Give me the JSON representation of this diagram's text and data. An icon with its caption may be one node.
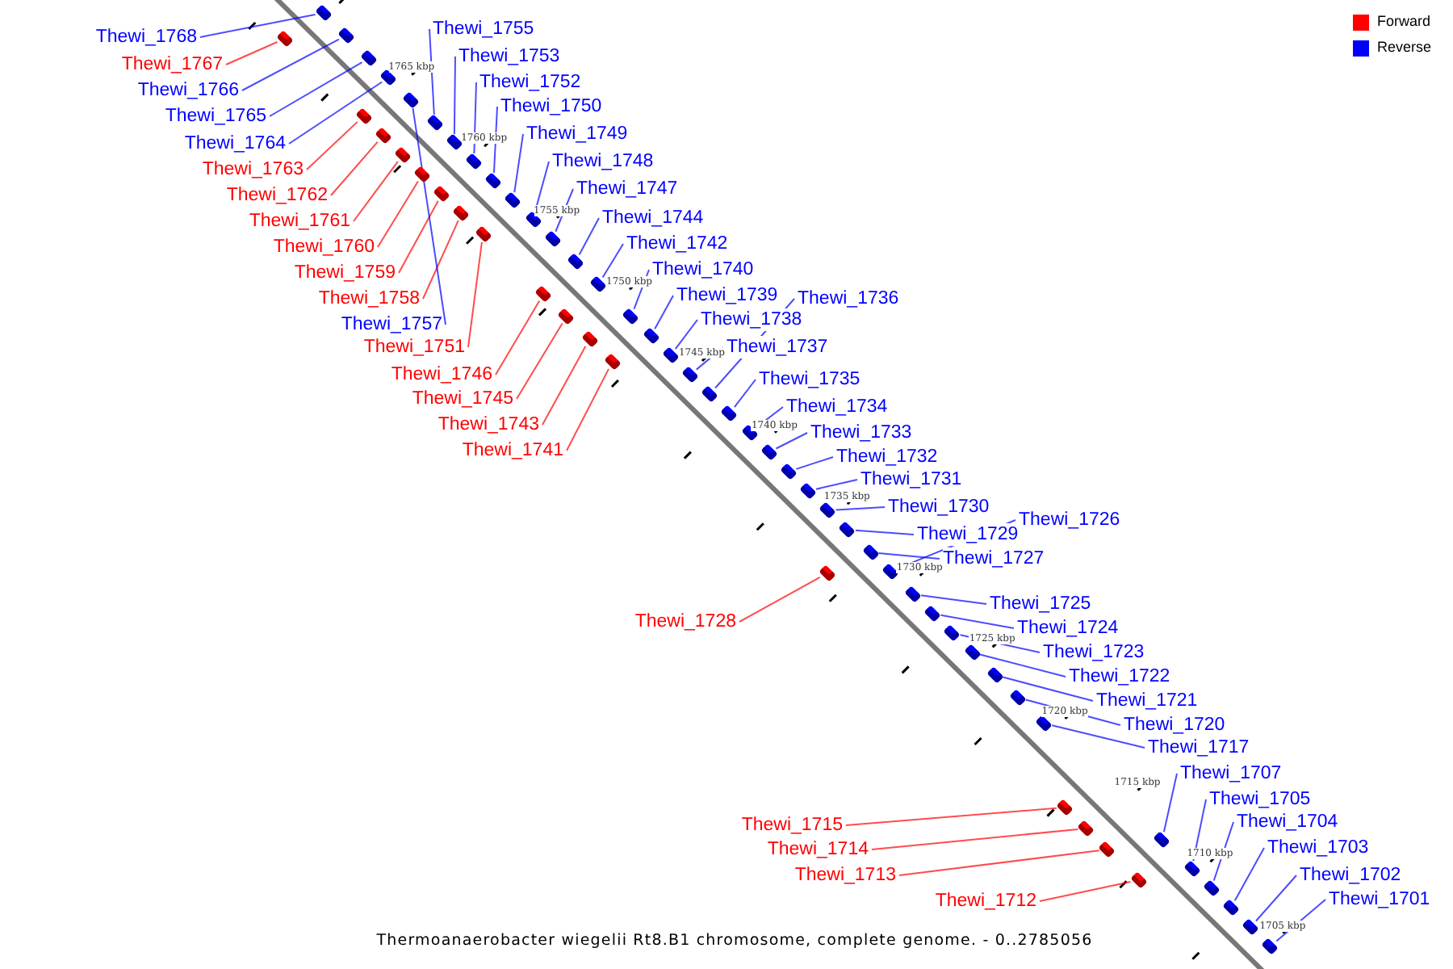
{
  "diagram": {
    "caption": "Thermoanaerobacter wiegelii Rt8.B1 chromosome, complete genome. - 0..2785056",
    "nodes": [
      {
        "text": [
          "Thewi_1768"
        ]
      },
      {
        "text": [
          "Thewi_1767"
        ]
      },
      {
        "text": [
          "Thewi_1766"
        ]
      },
      {
        "text": [
          "Thewi_1765"
        ]
      },
      {
        "text": [
          "Thewi_1764"
        ]
      },
      {
        "text": [
          "Thewi_1763"
        ]
      },
      {
        "text": [
          "Thewi_1762"
        ]
      },
      {
        "text": [
          "Thewi_1761"
        ]
      },
      {
        "text": [
          "Thewi_1760"
        ]
      },
      {
        "text": [
          "Thewi_1759"
        ]
      },
      {
        "text": [
          "Thewi_1758"
        ]
      },
      {
        "text": [
          "Thewi_1757"
        ]
      },
      {
        "text": [
          "Thewi_1751"
        ]
      },
      {
        "text": [
          "Thewi_1746"
        ]
      },
      {
        "text": [
          "Thewi_1745"
        ]
      },
      {
        "text": [
          "Thewi_1743"
        ]
      },
      {
        "text": [
          "Thewi_1741"
        ]
      },
      {
        "text": [
          "Thewi_1728"
        ]
      },
      {
        "text": [
          "Thewi_1715"
        ]
      },
      {
        "text": [
          "Thewi_1714"
        ]
      },
      {
        "text": [
          "Thewi_1713"
        ]
      },
      {
        "text": [
          "Thewi_1712"
        ]
      },
      {
        "text": [
          "Thewi_1755"
        ]
      },
      {
        "text": [
          "Thewi_1753"
        ]
      },
      {
        "text": [
          "Thewi_1752"
        ]
      },
      {
        "text": [
          "Thewi_1750"
        ]
      },
      {
        "text": [
          "Thewi_1749"
        ]
      },
      {
        "text": [
          "Thewi_1748"
        ]
      },
      {
        "text": [
          "Thewi_1747"
        ]
      },
      {
        "text": [
          "Thewi_1744"
        ]
      },
      {
        "text": [
          "Thewi_1742"
        ]
      },
      {
        "text": [
          "Thewi_1740"
        ]
      },
      {
        "text": [
          "Thewi_1739"
        ]
      },
      {
        "text": [
          "Thewi_1738"
        ]
      },
      {
        "text": [
          "Thewi_1736"
        ]
      },
      {
        "text": [
          "Thewi_1737"
        ]
      },
      {
        "text": [
          "Thewi_1735"
        ]
      },
      {
        "text": [
          "Thewi_1734"
        ]
      },
      {
        "text": [
          "Thewi_1733"
        ]
      },
      {
        "text": [
          "Thewi_1732"
        ]
      },
      {
        "text": [
          "Thewi_1731"
        ]
      },
      {
        "text": [
          "Thewi_1730"
        ]
      },
      {
        "text": [
          "Thewi_1729"
        ]
      },
      {
        "text": [
          "Thewi_1726"
        ]
      },
      {
        "text": [
          "Thewi_1727"
        ]
      },
      {
        "text": [
          "Thewi_1725"
        ]
      },
      {
        "text": [
          "Thewi_1724"
        ]
      },
      {
        "text": [
          "Thewi_1723"
        ]
      },
      {
        "text": [
          "Thewi_1722"
        ]
      },
      {
        "text": [
          "Thewi_1721"
        ]
      },
      {
        "text": [
          "Thewi_1720"
        ]
      },
      {
        "text": [
          "Thewi_1717"
        ]
      },
      {
        "text": [
          "Thewi_1707"
        ]
      },
      {
        "text": [
          "Thewi_1705"
        ]
      },
      {
        "text": [
          "Thewi_1704"
        ]
      },
      {
        "text": [
          "Thewi_1703"
        ]
      },
      {
        "text": [
          "Thewi_1702"
        ]
      },
      {
        "text": [
          "Thewi_1701"
        ]
      },
      {
        "text": [],
        "shape": "box"
      },
      {
        "text": [],
        "shape": "box"
      },
      {
        "text": [],
        "shape": "box"
      },
      {
        "text": [],
        "shape": "box"
      },
      {
        "text": [],
        "shape": "box"
      },
      {
        "text": [],
        "shape": "box"
      },
      {
        "text": [],
        "shape": "box"
      },
      {
        "text": [],
        "shape": "box"
      },
      {
        "text": [],
        "shape": "box"
      },
      {
        "text": [],
        "shape": "box"
      },
      {
        "text": [],
        "shape": "box"
      },
      {
        "text": [],
        "shape": "box"
      },
      {
        "text": [],
        "shape": "box"
      },
      {
        "text": [],
        "shape": "box"
      },
      {
        "text": [],
        "shape": "box"
      },
      {
        "text": [],
        "shape": "box"
      },
      {
        "text": [],
        "shape": "box"
      },
      {
        "text": [],
        "shape": "box"
      },
      {
        "text": [],
        "shape": "box"
      },
      {
        "text": [],
        "shape": "box"
      },
      {
        "text": [],
        "shape": "box"
      },
      {
        "text": [],
        "shape": "box"
      },
      {
        "text": [],
        "shape": "box"
      },
      {
        "text": [],
        "shape": "box"
      },
      {
        "text": [],
        "shape": "box"
      },
      {
        "text": [],
        "shape": "box"
      },
      {
        "text": [],
        "shape": "box"
      },
      {
        "text": [],
        "shape": "box"
      },
      {
        "text": [],
        "shape": "box"
      },
      {
        "text": [],
        "shape": "box"
      },
      {
        "text": [],
        "shape": "box"
      },
      {
        "text": [],
        "shape": "box"
      },
      {
        "text": [],
        "shape": "box"
      },
      {
        "text": [],
        "shape": "box"
      },
      {
        "text": [],
        "shape": "box"
      },
      {
        "text": [],
        "shape": "box"
      },
      {
        "text": [],
        "shape": "box"
      },
      {
        "text": [],
        "shape": "box"
      },
      {
        "text": [],
        "shape": "box"
      },
      {
        "text": [],
        "shape": "box"
      },
      {
        "text": [],
        "shape": "box"
      },
      {
        "text": [],
        "shape": "box"
      },
      {
        "text": [],
        "shape": "box"
      },
      {
        "text": [],
        "shape": "box"
      },
      {
        "text": [],
        "shape": "box"
      },
      {
        "text": [],
        "shape": "box"
      },
      {
        "text": [],
        "shape": "box"
      },
      {
        "text": [],
        "shape": "box"
      },
      {
        "text": [],
        "shape": "box"
      },
      {
        "text": [],
        "shape": "box"
      },
      {
        "text": [],
        "shape": "box"
      },
      {
        "text": [],
        "shape": "box"
      },
      {
        "text": [],
        "shape": "box"
      },
      {
        "text": [],
        "shape": "box"
      },
      {
        "text": [],
        "shape": "box"
      },
      {
        "text": [],
        "shape": "box"
      },
      {
        "text": [],
        "shape": "box"
      },
      {
        "text": [],
        "shape": "box"
      }
    ],
    "edges": [
      {
        "from": 0,
        "to": 58,
        "arrow": "none"
      },
      {
        "from": 1,
        "to": 59,
        "arrow": "none",
        "color": "#ff0000"
      },
      {
        "from": 2,
        "to": 60,
        "arrow": "none"
      },
      {
        "from": 3,
        "to": 61,
        "arrow": "none"
      },
      {
        "from": 4,
        "to": 62,
        "arrow": "none"
      },
      {
        "from": 5,
        "to": 63,
        "arrow": "none",
        "color": "#ff0000"
      },
      {
        "from": 6,
        "to": 64,
        "arrow": "none",
        "color": "#ff0000"
      },
      {
        "from": 7,
        "to": 65,
        "arrow": "none",
        "color": "#ff0000"
      },
      {
        "from": 8,
        "to": 66,
        "arrow": "none",
        "color": "#ff0000"
      },
      {
        "from": 9,
        "to": 67,
        "arrow": "none",
        "color": "#ff0000"
      },
      {
        "from": 10,
        "to": 68,
        "arrow": "none",
        "color": "#ff0000"
      },
      {
        "from": 11,
        "to": 69,
        "arrow": "none"
      },
      {
        "from": 12,
        "to": 70,
        "arrow": "none",
        "color": "#ff0000"
      },
      {
        "from": 13,
        "to": 71,
        "arrow": "none",
        "color": "#ff0000"
      },
      {
        "from": 14,
        "to": 72,
        "arrow": "none",
        "color": "#ff0000"
      },
      {
        "from": 15,
        "to": 73,
        "arrow": "none",
        "color": "#ff0000"
      },
      {
        "from": 16,
        "to": 74,
        "arrow": "none",
        "color": "#ff0000"
      },
      {
        "from": 17,
        "to": 75,
        "arrow": "none",
        "color": "#ff0000"
      },
      {
        "from": 18,
        "to": 76,
        "arrow": "none",
        "color": "#ff0000"
      },
      {
        "from": 19,
        "to": 77,
        "arrow": "none",
        "color": "#ff0000"
      },
      {
        "from": 20,
        "to": 78,
        "arrow": "none",
        "color": "#ff0000"
      },
      {
        "from": 21,
        "to": 79,
        "arrow": "none",
        "color": "#ff0000"
      },
      {
        "from": 22,
        "to": 80,
        "arrow": "none"
      },
      {
        "from": 23,
        "to": 81,
        "arrow": "none"
      },
      {
        "from": 24,
        "to": 82,
        "arrow": "none"
      },
      {
        "from": 25,
        "to": 83,
        "arrow": "none"
      },
      {
        "from": 26,
        "to": 84,
        "arrow": "none"
      },
      {
        "from": 27,
        "to": 85,
        "arrow": "none"
      },
      {
        "from": 28,
        "to": 86,
        "arrow": "none"
      },
      {
        "from": 29,
        "to": 87,
        "arrow": "none"
      },
      {
        "from": 30,
        "to": 88,
        "arrow": "none"
      },
      {
        "from": 31,
        "to": 89,
        "arrow": "none"
      },
      {
        "from": 32,
        "to": 90,
        "arrow": "none"
      },
      {
        "from": 33,
        "to": 91,
        "arrow": "none"
      },
      {
        "from": 34,
        "to": 92,
        "arrow": "none"
      },
      {
        "from": 35,
        "to": 93,
        "arrow": "none"
      },
      {
        "from": 36,
        "to": 94,
        "arrow": "none"
      },
      {
        "from": 37,
        "to": 95,
        "arrow": "none"
      },
      {
        "from": 38,
        "to": 96,
        "arrow": "none"
      },
      {
        "from": 39,
        "to": 97,
        "arrow": "none"
      },
      {
        "from": 40,
        "to": 98,
        "arrow": "none"
      },
      {
        "from": 41,
        "to": 99,
        "arrow": "none"
      },
      {
        "from": 42,
        "to": 100,
        "arrow": "none"
      },
      {
        "from": 43,
        "to": 101,
        "arrow": "none"
      },
      {
        "from": 44,
        "to": 102,
        "arrow": "none"
      },
      {
        "from": 45,
        "to": 103,
        "arrow": "none"
      },
      {
        "from": 46,
        "to": 104,
        "arrow": "none"
      },
      {
        "from": 47,
        "to": 105,
        "arrow": "none"
      },
      {
        "from": 48,
        "to": 106,
        "arrow": "none"
      },
      {
        "from": 49,
        "to": 107,
        "arrow": "none"
      },
      {
        "from": 50,
        "to": 108,
        "arrow": "none"
      },
      {
        "from": 51,
        "to": 109,
        "arrow": "none"
      },
      {
        "from": 52,
        "to": 110,
        "arrow": "none"
      },
      {
        "from": 53,
        "to": 111,
        "arrow": "none"
      },
      {
        "from": 54,
        "to": 112,
        "arrow": "none"
      },
      {
        "from": 55,
        "to": 113,
        "arrow": "none"
      },
      {
        "from": 56,
        "to": 114,
        "arrow": "none"
      },
      {
        "from": 57,
        "to": 115,
        "arrow": "none"
      }
    ],
    "labels": [
      "1765 kbp",
      "1760 kbp",
      "1755 kbp",
      "1750 kbp",
      "1745 kbp",
      "1740 kbp",
      "1735 kbp",
      "1730 kbp",
      "1725 kbp",
      "1720 kbp",
      "1715 kbp",
      "1710 kbp",
      "1705 kbp"
    ],
    "legend": [
      {
        "text": "Forward",
        "color": "#ff0000"
      },
      {
        "text": "Reverse",
        "color": "#0000ff"
      }
    ]
  }
}
